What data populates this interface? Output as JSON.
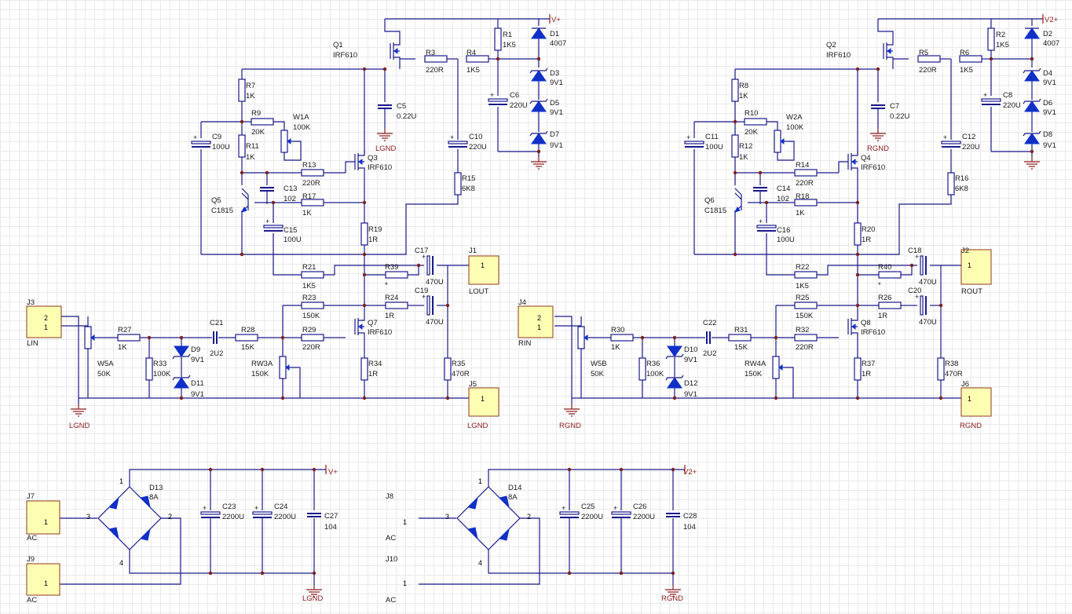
{
  "labels": {
    "q1": "Q1",
    "q1v": "IRF610",
    "q2": "Q2",
    "q2v": "IRF610",
    "r1": "R1",
    "r1v": "1K5",
    "d1": "D1",
    "d1v": "4007",
    "vplus": "V+",
    "r3": "R3",
    "r3v": "220R",
    "r4": "R4",
    "r4v": "1K5",
    "d3": "D3",
    "d3v": "9V1",
    "d5": "D5",
    "d5v": "9V1",
    "d7": "D7",
    "d7v": "9V1",
    "c6": "C6",
    "c6v": "220U",
    "c5": "C5",
    "c5v": "0.22U",
    "lgnd": "LGND",
    "c10": "C10",
    "c10v": "220U",
    "r15": "R15",
    "r15v": "6K8",
    "r7": "R7",
    "r7v": "1K",
    "r9": "R9",
    "r9v": "20K",
    "w1a": "W1A",
    "w1av": "100K",
    "c9": "C9",
    "c9v": "100U",
    "r11": "R11",
    "r11v": "1K",
    "r13": "R13",
    "r13v": "220R",
    "q3": "Q3",
    "q3v": "IRF610",
    "c13": "C13",
    "c13v": "102",
    "q5": "Q5",
    "q5v": "C1815",
    "r17": "R17",
    "r17v": "1K",
    "c15": "C15",
    "c15v": "100U",
    "r19": "R19",
    "r19v": "1R",
    "c17": "C17",
    "c17v": "470U",
    "j1": "J1",
    "j1p": "1",
    "lout": "LOUT",
    "r21": "R21",
    "r21v": "1K5",
    "r39": "R39",
    "r39v": "*",
    "r23": "R23",
    "r23v": "150K",
    "r24": "R24",
    "r24v": "1R",
    "c19": "C19",
    "c19v": "470U",
    "j3": "J3",
    "j3p2": "2",
    "j3p1": "1",
    "lin": "LIN",
    "r27": "R27",
    "r27v": "1K",
    "c21": "C21",
    "c21v": "2U2",
    "r28": "R28",
    "r28v": "15K",
    "r29": "R29",
    "r29v": "220R",
    "q7": "Q7",
    "q7v": "IRF610",
    "w5a": "W5A",
    "w5av": "50K",
    "r33": "R33",
    "r33v": "100K",
    "d9": "D9",
    "d9v": "9V1",
    "d11": "D11",
    "d11v": "9V1",
    "rw3a": "RW3A",
    "rw3av": "150K",
    "r34": "R34",
    "r34v": "1R",
    "r35": "R35",
    "r35v": "470R",
    "j5": "J5",
    "j5p": "1",
    "lgnd2": "LGND",
    "lgnd3": "LGND",
    "v2plus": "V2+",
    "r2": "R2",
    "r2v": "1K5",
    "d2": "D2",
    "d2v": "4007",
    "r5": "R5",
    "r5v": "220R",
    "r6": "R6",
    "r6v": "1K5",
    "d4": "D4",
    "d4v": "9V1",
    "d6": "D6",
    "d6v": "9V1",
    "d8": "D8",
    "d8v": "9V1",
    "c8": "C8",
    "c8v": "220U",
    "c7": "C7",
    "c7v": "0.22U",
    "rgnd": "RGND",
    "c12": "C12",
    "c12v": "220U",
    "r16": "R16",
    "r16v": "6K8",
    "r8": "R8",
    "r8v": "1K",
    "r10": "R10",
    "r10v": "20K",
    "w2a": "W2A",
    "w2av": "100K",
    "c11": "C11",
    "c11v": "100U",
    "r12": "R12",
    "r12v": "1K",
    "r14": "R14",
    "r14v": "220R",
    "q4": "Q4",
    "q4v": "IRF610",
    "c14": "C14",
    "c14v": "102",
    "q6": "Q6",
    "q6v": "C1815",
    "r18": "R18",
    "r18v": "1K",
    "c16": "C16",
    "c16v": "100U",
    "r20": "R20",
    "r20v": "1R",
    "c18": "C18",
    "c18v": "470U",
    "j2": "J2",
    "j2p": "1",
    "rout": "ROUT",
    "r22": "R22",
    "r22v": "1K5",
    "r40": "R40",
    "r40v": "*",
    "r25": "R25",
    "r25v": "150K",
    "r26": "R26",
    "r26v": "1R",
    "c20": "C20",
    "c20v": "470U",
    "j4": "J4",
    "j4p2": "2",
    "j4p1": "1",
    "rin": "RIN",
    "r30": "R30",
    "r30v": "1K",
    "c22": "C22",
    "c22v": "2U2",
    "r31": "R31",
    "r31v": "15K",
    "r32": "R32",
    "r32v": "220R",
    "q8": "Q8",
    "q8v": "IRF610",
    "w5b": "W5B",
    "w5bv": "50K",
    "r36": "R36",
    "r36v": "100K",
    "d10": "D10",
    "d10v": "9V1",
    "d12": "D12",
    "d12v": "9V1",
    "rw4a": "RW4A",
    "rw4av": "150K",
    "r37": "R37",
    "r37v": "1R",
    "r38": "R38",
    "r38v": "470R",
    "j6": "J6",
    "j6p": "1",
    "rgnd2": "RGND",
    "rgnd3": "RGND",
    "j7": "J7",
    "j7p": "1",
    "ac1": "AC",
    "j9": "J9",
    "j9p": "1",
    "ac2": "AC",
    "d13": "D13",
    "d13v": "8A",
    "b1p1": "1",
    "b1p2": "2",
    "b1p3": "3",
    "b1p4": "4",
    "c23": "C23",
    "c23v": "2200U",
    "c24": "C24",
    "c24v": "2200U",
    "c27": "C27",
    "c27v": "104",
    "vplus2": "V+",
    "lgnd4": "LGND",
    "j8": "J8",
    "j8p": "1",
    "ac3": "AC",
    "j10": "J10",
    "j10p": "1",
    "ac4": "AC",
    "d14": "D14",
    "d14v": "8A",
    "b2p1": "1",
    "b2p2": "2",
    "b2p3": "3",
    "b2p4": "4",
    "c25": "C25",
    "c25v": "2200U",
    "c26": "C26",
    "c26v": "2200U",
    "c28": "C28",
    "c28v": "104",
    "v2plus2": "V2+",
    "rgnd4": "RGND"
  },
  "colors": {
    "wire": "#1a1a8c",
    "diode": "#1030c8",
    "net": "#8c1a1a",
    "connector": "#ffffb4"
  }
}
